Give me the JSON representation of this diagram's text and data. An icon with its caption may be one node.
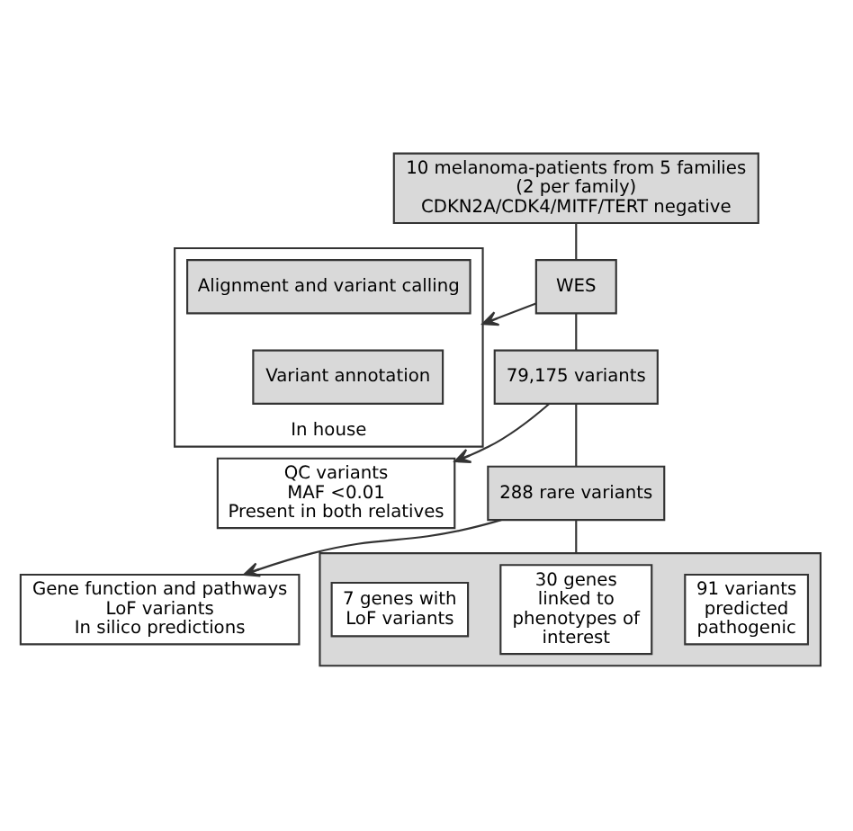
{
  "diagram": {
    "nodes": [
      {
        "text": [
          "10 melanoma-patients from 5 families",
          "(2 per family)",
          "CDKN2A/CDK4/MITF/TERT negative"
        ]
      },
      {
        "text": [
          "WES"
        ]
      },
      {
        "text": [
          "In house"
        ]
      },
      {
        "text": [
          "Alignment and variant calling"
        ],
        "in": 2
      },
      {
        "text": [
          "Variant annotation"
        ],
        "in": 2
      },
      {
        "text": [
          "79,175 variants"
        ]
      },
      {
        "text": [
          "QC variants",
          "MAF <0.01",
          "Present in both relatives"
        ]
      },
      {
        "text": [
          "288 rare variants"
        ]
      },
      {
        "text": [
          "Gene function and pathways",
          "LoF variants",
          "In silico predictions"
        ]
      },
      {
        "text": [],
        "shape": "box"
      },
      {
        "text": [
          "7 genes with LoF variants"
        ],
        "in": 9
      },
      {
        "text": [
          "30 genes linked to phenotypes of interest"
        ],
        "in": 9
      },
      {
        "text": [
          "91 variants predicted pathogenic"
        ],
        "in": 9
      }
    ],
    "edges": [
      {
        "from": 0,
        "to": 1,
        "arrow": "none"
      },
      {
        "from": 1,
        "to": 5,
        "arrow": "none"
      },
      {
        "from": 1,
        "to": 2,
        "arrow": "to"
      },
      {
        "from": 5,
        "to": 7,
        "arrow": "none"
      },
      {
        "from": 5,
        "to": 6,
        "arrow": "to"
      },
      {
        "from": 7,
        "to": 9,
        "arrow": "none"
      },
      {
        "from": 7,
        "to": 8,
        "arrow": "to"
      }
    ]
  }
}
